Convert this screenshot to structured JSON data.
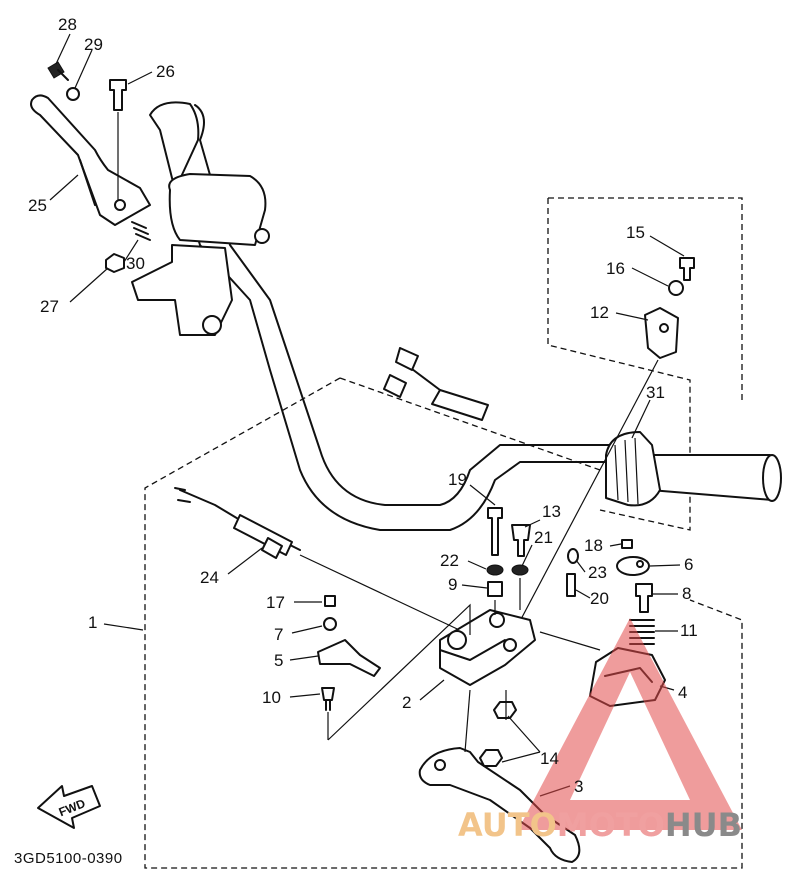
{
  "diagram": {
    "parts": [
      {
        "id": "p28",
        "label": "28"
      },
      {
        "id": "p29",
        "label": "29"
      },
      {
        "id": "p26",
        "label": "26"
      },
      {
        "id": "p25",
        "label": "25"
      },
      {
        "id": "p30",
        "label": "30"
      },
      {
        "id": "p27",
        "label": "27"
      },
      {
        "id": "p15",
        "label": "15"
      },
      {
        "id": "p16",
        "label": "16"
      },
      {
        "id": "p12",
        "label": "12"
      },
      {
        "id": "p31",
        "label": "31"
      },
      {
        "id": "p19",
        "label": "19"
      },
      {
        "id": "p13",
        "label": "13"
      },
      {
        "id": "p21",
        "label": "21"
      },
      {
        "id": "p22",
        "label": "22"
      },
      {
        "id": "p9",
        "label": "9"
      },
      {
        "id": "p18",
        "label": "18"
      },
      {
        "id": "p6",
        "label": "6"
      },
      {
        "id": "p23",
        "label": "23"
      },
      {
        "id": "p20",
        "label": "20"
      },
      {
        "id": "p8",
        "label": "8"
      },
      {
        "id": "p11",
        "label": "11"
      },
      {
        "id": "p24",
        "label": "24"
      },
      {
        "id": "p1",
        "label": "1"
      },
      {
        "id": "p17",
        "label": "17"
      },
      {
        "id": "p7",
        "label": "7"
      },
      {
        "id": "p5",
        "label": "5"
      },
      {
        "id": "p10",
        "label": "10"
      },
      {
        "id": "p2",
        "label": "2"
      },
      {
        "id": "p4",
        "label": "4"
      },
      {
        "id": "p14",
        "label": "14"
      },
      {
        "id": "p3",
        "label": "3"
      }
    ],
    "direction_label": "FWD",
    "diagram_code": "3GD5100-0390"
  },
  "watermark": {
    "part1": "AUTO",
    "part2": "MOTO",
    "part3": "HUB",
    "colors": {
      "auto": "#f2c48a",
      "moto": "#f0a0a0",
      "hub": "#8a8a8a",
      "triangle": "#e24b4b"
    }
  }
}
